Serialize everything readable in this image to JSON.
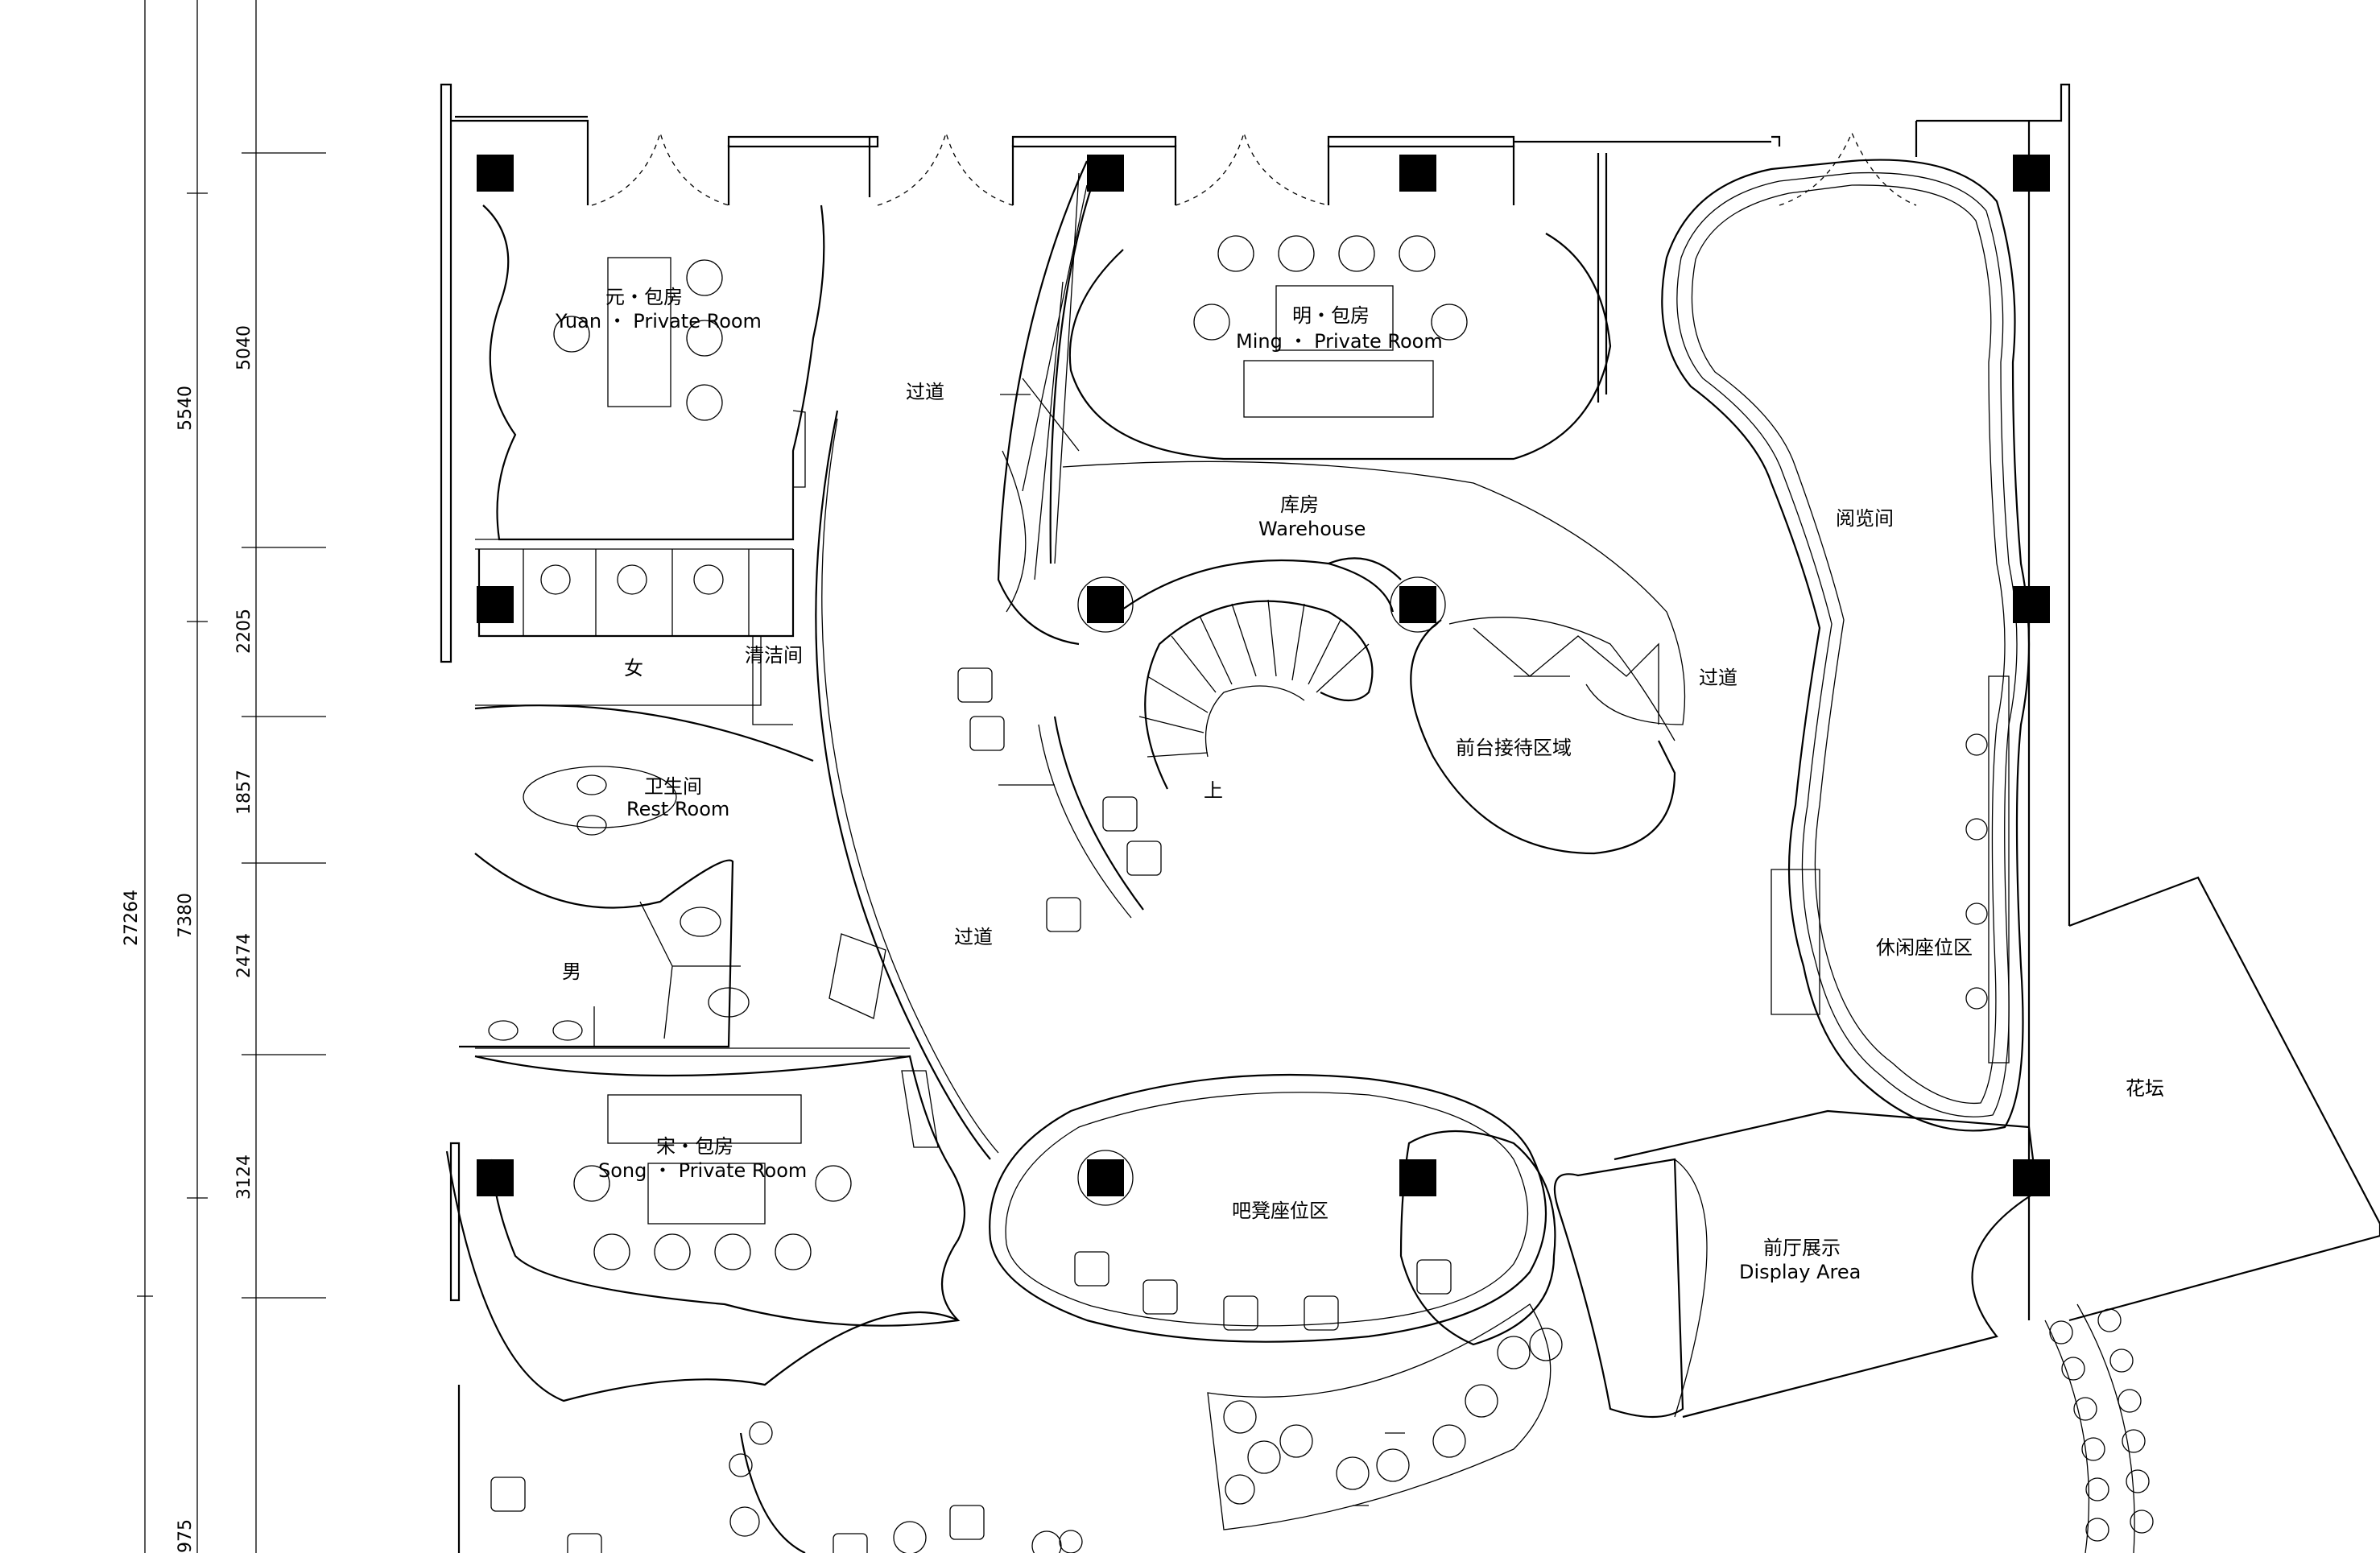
{
  "dimensions": {
    "outer": "27264",
    "segments_a": [
      "5540",
      "7380",
      "975"
    ],
    "segments_b": [
      "5040",
      "2205",
      "1857",
      "2474",
      "3124"
    ]
  },
  "rooms": {
    "yuan": {
      "cn": "元・包房",
      "en": "Yuan ・ Private Room"
    },
    "ming": {
      "cn": "明・包房",
      "en": "Ming ・ Private Room"
    },
    "song": {
      "cn": "宋・包房",
      "en": "Song ・ Private Room"
    },
    "warehouse": {
      "cn": "库房",
      "en": "Warehouse"
    },
    "restroom": {
      "cn": "卫生间",
      "en": "Rest Room"
    },
    "display": {
      "cn": "前厅展示",
      "en": "Display Area"
    },
    "cleaning": {
      "cn": "清洁间"
    },
    "female": {
      "cn": "女"
    },
    "male": {
      "cn": "男"
    },
    "corridor": {
      "cn": "过道"
    },
    "reading": {
      "cn": "阅览间"
    },
    "reception": {
      "cn": "前台接待区域"
    },
    "lounge": {
      "cn": "休闲座位区"
    },
    "bar": {
      "cn": "吧凳座位区"
    },
    "flowerbed": {
      "cn": "花坛"
    },
    "stair_up": {
      "cn": "上"
    }
  }
}
